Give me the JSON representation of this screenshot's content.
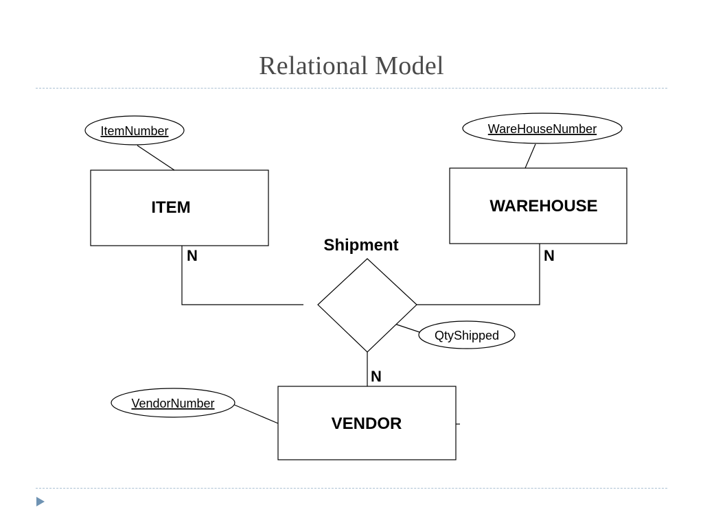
{
  "slide": {
    "title": "Relational Model"
  },
  "diagram": {
    "entities": {
      "item": "ITEM",
      "warehouse": "WAREHOUSE",
      "vendor": "VENDOR"
    },
    "relationship": "Shipment",
    "attributes": {
      "item_number": "ItemNumber",
      "warehouse_number": "WareHouseNumber",
      "vendor_number": "VendorNumber",
      "qty_shipped": "QtyShipped"
    },
    "cardinality": {
      "item": "N",
      "warehouse": "N",
      "vendor": "N"
    }
  },
  "colors": {
    "rule": "#a9bfd2",
    "bullet": "#6f93b3",
    "title": "#4a4a4a"
  },
  "icons": {
    "bullet": "triangle-bullet-icon"
  }
}
